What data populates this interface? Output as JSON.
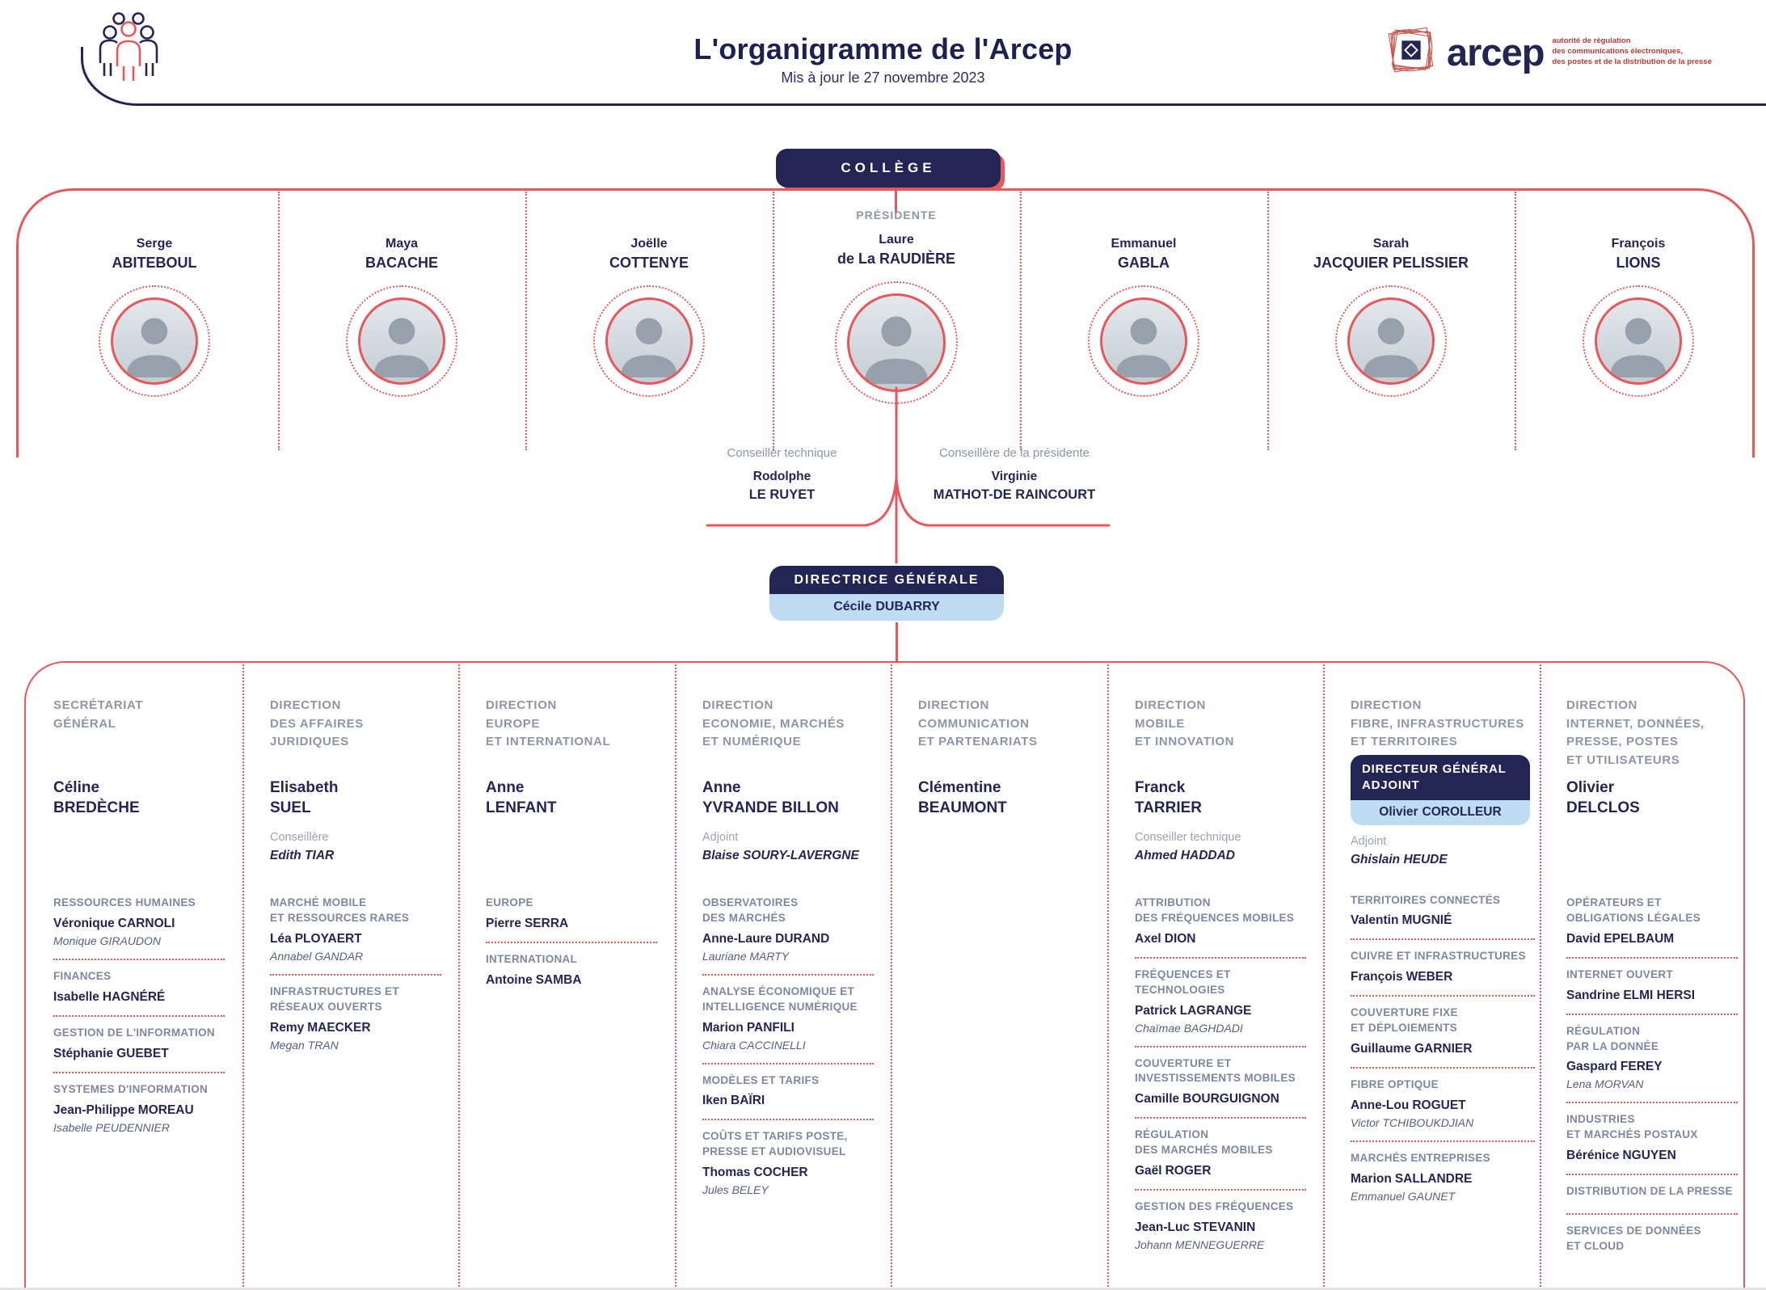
{
  "header": {
    "title": "L'organigramme de l'Arcep",
    "subtitle": "Mis à jour le 27 novembre 2023",
    "logo_word": "arcep",
    "logo_tagline": "autorité de régulation\ndes communications électroniques,\ndes postes et de la distribution de la presse"
  },
  "college": {
    "badge": "COLLÈGE",
    "members": [
      {
        "first": "Serge",
        "last": "ABITEBOUL"
      },
      {
        "first": "Maya",
        "last": "BACACHE"
      },
      {
        "first": "Joëlle",
        "last": "COTTENYE"
      },
      {
        "first": "Laure",
        "last": "de La RAUDIÈRE",
        "role": "PRÉSIDENTE"
      },
      {
        "first": "Emmanuel",
        "last": "GABLA"
      },
      {
        "first": "Sarah",
        "last": "JACQUIER PELISSIER"
      },
      {
        "first": "François",
        "last": "LIONS"
      }
    ],
    "advisors": [
      {
        "label": "Conseiller technique",
        "first": "Rodolphe",
        "last": "LE RUYET"
      },
      {
        "label": "Conseillère de la présidente",
        "first": "Virginie",
        "last": "MATHOT-DE RAINCOURT"
      }
    ]
  },
  "direction_generale": {
    "role": "DIRECTRICE GÉNÉRALE",
    "first": "Cécile",
    "last": "DUBARRY"
  },
  "columns": [
    {
      "title": "SECRÉTARIAT\nGÉNÉRAL",
      "director_first": "Céline",
      "director_last": "BREDÈCHE",
      "units": [
        {
          "label": "RESSOURCES HUMAINES",
          "head_first": "Véronique",
          "head_last": "CARNOLI",
          "deputy": "Monique GIRAUDON"
        },
        {
          "label": "FINANCES",
          "head_first": "Isabelle",
          "head_last": "HAGNÉRÉ"
        },
        {
          "label": "GESTION DE L'INFORMATION",
          "head_first": "Stéphanie",
          "head_last": "GUEBET"
        },
        {
          "label": "SYSTEMES D'INFORMATION",
          "head_first": "Jean-Philippe",
          "head_last": "MOREAU",
          "deputy": "Isabelle PEUDENNIER"
        }
      ]
    },
    {
      "title": "DIRECTION\nDES AFFAIRES\nJURIDIQUES",
      "director_first": "Elisabeth",
      "director_last": "SUEL",
      "advisor_label": "Conseillère",
      "advisor_name": "Edith TIAR",
      "units": [
        {
          "label": "MARCHÉ MOBILE\nET RESSOURCES RARES",
          "head_first": "Léa",
          "head_last": "PLOYAERT",
          "deputy": "Annabel GANDAR"
        },
        {
          "label": "INFRASTRUCTURES ET\nRÉSEAUX OUVERTS",
          "head_first": "Remy",
          "head_last": "MAECKER",
          "deputy": "Megan TRAN"
        }
      ]
    },
    {
      "title": "DIRECTION\nEUROPE\nET INTERNATIONAL",
      "director_first": "Anne",
      "director_last": "LENFANT",
      "units": [
        {
          "label": "EUROPE",
          "head_first": "Pierre",
          "head_last": "SERRA"
        },
        {
          "label": "INTERNATIONAL",
          "head_first": "Antoine",
          "head_last": "SAMBA"
        }
      ]
    },
    {
      "title": "DIRECTION\nECONOMIE, MARCHÉS\nET NUMÉRIQUE",
      "director_first": "Anne",
      "director_last": "YVRANDE BILLON",
      "advisor_label": "Adjoint",
      "advisor_name": "Blaise SOURY-LAVERGNE",
      "units": [
        {
          "label": "OBSERVATOIRES\nDES MARCHÉS",
          "head_first": "Anne-Laure",
          "head_last": "DURAND",
          "deputy": "Lauriane MARTY"
        },
        {
          "label": "ANALYSE ÉCONOMIQUE ET\nINTELLIGENCE NUMÉRIQUE",
          "head_first": "Marion",
          "head_last": "PANFILI",
          "deputy": "Chiara CACCINELLI"
        },
        {
          "label": "MODÈLES ET TARIFS",
          "head_first": "Iken",
          "head_last": "BAÏRI"
        },
        {
          "label": "COÛTS ET TARIFS POSTE,\nPRESSE ET AUDIOVISUEL",
          "head_first": "Thomas",
          "head_last": "COCHER",
          "deputy": "Jules BELEY"
        }
      ]
    },
    {
      "title": "DIRECTION\nCOMMUNICATION\nET PARTENARIATS",
      "director_first": "Clémentine",
      "director_last": "BEAUMONT",
      "units": []
    },
    {
      "title": "DIRECTION\nMOBILE\nET INNOVATION",
      "director_first": "Franck",
      "director_last": "TARRIER",
      "advisor_label": "Conseiller technique",
      "advisor_name": "Ahmed HADDAD",
      "units": [
        {
          "label": "ATTRIBUTION\nDES FRÉQUENCES MOBILES",
          "head_first": "Axel",
          "head_last": "DION"
        },
        {
          "label": "FRÉQUENCES ET TECHNOLOGIES",
          "head_first": "Patrick",
          "head_last": "LAGRANGE",
          "deputy": "Chaïmae BAGHDADI"
        },
        {
          "label": "COUVERTURE ET\nINVESTISSEMENTS MOBILES",
          "head_first": "Camille",
          "head_last": "BOURGUIGNON"
        },
        {
          "label": "RÉGULATION\nDES MARCHÉS MOBILES",
          "head_first": "Gaël",
          "head_last": "ROGER"
        },
        {
          "label": "GESTION DES FRÉQUENCES",
          "head_first": "Jean-Luc",
          "head_last": "STEVANIN",
          "deputy": "Johann MENNEGUERRE"
        }
      ]
    },
    {
      "title": "DIRECTION\nFIBRE, INFRASTRUCTURES\nET TERRITOIRES",
      "dga_role": "DIRECTEUR GÉNÉRAL\nADJOINT",
      "dga_first": "Olivier",
      "dga_last": "COROLLEUR",
      "advisor_label": "Adjoint",
      "advisor_name": "Ghislain HEUDE",
      "units": [
        {
          "label": "TERRITOIRES CONNECTÉS",
          "head_first": "Valentin",
          "head_last": "MUGNIÉ"
        },
        {
          "label": "CUIVRE ET INFRASTRUCTURES",
          "head_first": "François",
          "head_last": "WEBER"
        },
        {
          "label": "COUVERTURE FIXE\nET DÉPLOIEMENTS",
          "head_first": "Guillaume",
          "head_last": "GARNIER"
        },
        {
          "label": "FIBRE OPTIQUE",
          "head_first": "Anne-Lou",
          "head_last": "ROGUET",
          "deputy": "Victor TCHIBOUKDJIAN"
        },
        {
          "label": "MARCHÉS ENTREPRISES",
          "head_first": "Marion",
          "head_last": "SALLANDRE",
          "deputy": "Emmanuel GAUNET"
        }
      ]
    },
    {
      "title": "DIRECTION\nINTERNET, DONNÉES,\nPRESSE, POSTES\nET UTILISATEURS",
      "director_first": "Olivier",
      "director_last": "DELCLOS",
      "units": [
        {
          "label": "OPÉRATEURS ET\nOBLIGATIONS LÉGALES",
          "head_first": "David",
          "head_last": "EPELBAUM"
        },
        {
          "label": "INTERNET OUVERT",
          "head_first": "Sandrine",
          "head_last": "ELMI HERSI"
        },
        {
          "label": "RÉGULATION\nPAR LA DONNÉE",
          "head_first": "Gaspard",
          "head_last": "FEREY",
          "deputy": "Lena MORVAN"
        },
        {
          "label": "INDUSTRIES\nET MARCHÉS POSTAUX",
          "head_first": "Bérénice",
          "head_last": "NGUYEN"
        },
        {
          "label": "DISTRIBUTION DE LA PRESSE"
        },
        {
          "label": "SERVICES DE DONNÉES\nET CLOUD"
        }
      ]
    }
  ]
}
